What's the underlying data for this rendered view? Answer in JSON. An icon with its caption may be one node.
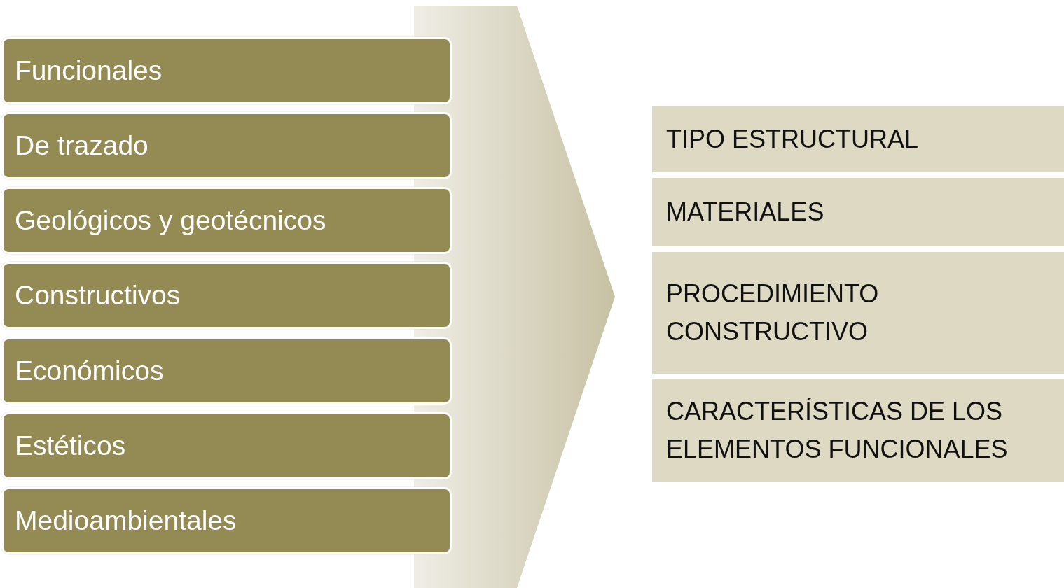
{
  "diagram": {
    "nodes": [
      {
        "text": [
          "Funcionales"
        ]
      },
      {
        "text": [
          "De trazado"
        ]
      },
      {
        "text": [
          "Geológicos y geotécnicos"
        ]
      },
      {
        "text": [
          "Constructivos"
        ]
      },
      {
        "text": [
          "Económicos"
        ]
      },
      {
        "text": [
          "Estéticos"
        ]
      },
      {
        "text": [
          "Medioambientales"
        ]
      },
      {
        "text": [],
        "shape": "chevron"
      },
      {
        "text": [
          "TIPO ESTRUCTURAL"
        ]
      },
      {
        "text": [
          "MATERIALES"
        ]
      },
      {
        "text": [
          "PROCEDIMIENTO CONSTRUCTIVO"
        ]
      },
      {
        "text": [
          "CARACTERÍSTICAS DE LOS ELEMENTOS FUNCIONALES"
        ]
      }
    ]
  }
}
